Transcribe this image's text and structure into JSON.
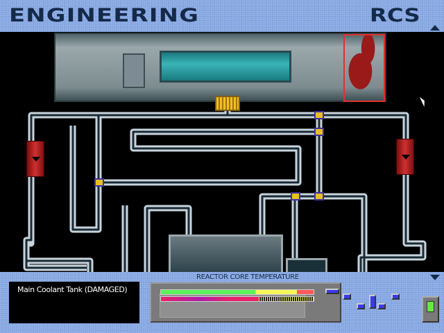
{
  "header": {
    "title": "ENGINEERING",
    "system": "RCS"
  },
  "footer": {
    "gauge_label": "REACTOR CORE TEMPERATURE",
    "status_message": "Main Coolant Tank (DAMAGED)",
    "temperature": {
      "level_percent": 64,
      "zones": [
        {
          "name": "normal",
          "color": "#5af25a",
          "until_percent": 62
        },
        {
          "name": "warning",
          "color": "#f6f65a",
          "until_percent": 89
        },
        {
          "name": "critical",
          "color": "#ff5a5a",
          "until_percent": 100
        }
      ]
    }
  },
  "colors": {
    "background": "#86a6e0",
    "text": "#142a48",
    "damage": "#e23030"
  }
}
